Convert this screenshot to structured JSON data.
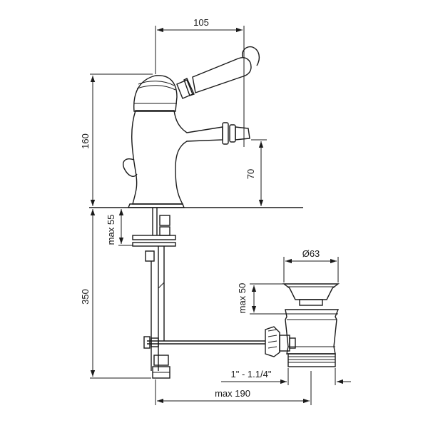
{
  "dimensions": {
    "handle_reach": "105",
    "body_height": "160",
    "spout_height": "70",
    "max_deck_thickness": "max 55",
    "rod_length": "350",
    "waste_diameter": "Ø63",
    "waste_height": "max 50",
    "thread_size": "1\" - 1.1/4\"",
    "max_reach": "max 190"
  },
  "colors": {
    "line": "#1a1a1a",
    "background": "#ffffff"
  }
}
